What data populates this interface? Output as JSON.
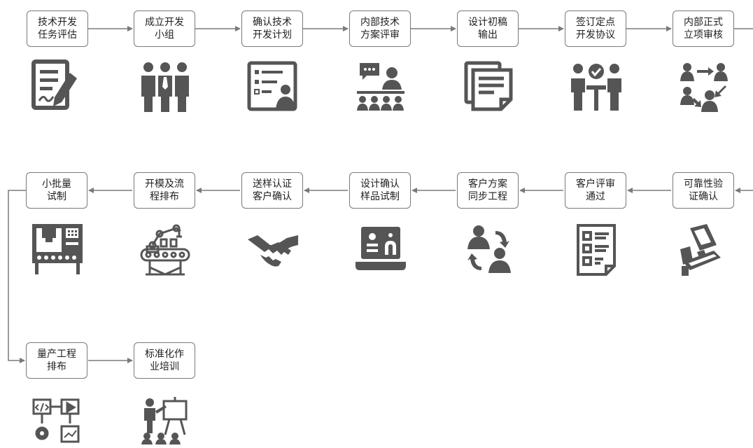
{
  "steps": [
    {
      "label": "技术开发\n任务评估",
      "icon": "checklist-pen-icon"
    },
    {
      "label": "成立开发\n小组",
      "icon": "team-group-icon"
    },
    {
      "label": "确认技术\n开发计划",
      "icon": "plan-board-icon"
    },
    {
      "label": "内部技术\n方案评审",
      "icon": "meeting-review-icon"
    },
    {
      "label": "设计初稿\n输出",
      "icon": "document-stack-icon"
    },
    {
      "label": "签订定点\n开发协议",
      "icon": "agreement-team-icon"
    },
    {
      "label": "内部正式\n立项审核",
      "icon": "approval-network-icon"
    },
    {
      "label": "可靠性验\n证确认",
      "icon": "computer-test-icon"
    },
    {
      "label": "客户评审\n通过",
      "icon": "review-form-icon"
    },
    {
      "label": "客户方案\n同步工程",
      "icon": "exchange-people-icon"
    },
    {
      "label": "设计确认\n样品试制",
      "icon": "design-laptop-icon"
    },
    {
      "label": "送样认证\n客户确认",
      "icon": "handshake-icon"
    },
    {
      "label": "开模及流\n程排布",
      "icon": "robot-arm-conveyor-icon"
    },
    {
      "label": "小批量\n试制",
      "icon": "factory-machine-icon"
    },
    {
      "label": "量产工程\n排布",
      "icon": "engineering-flow-icon"
    },
    {
      "label": "标准化作\n业培训",
      "icon": "training-presentation-icon"
    }
  ],
  "colors": {
    "line": "#7a7a7a",
    "icon": "#555555",
    "text": "#1f1f1f"
  }
}
